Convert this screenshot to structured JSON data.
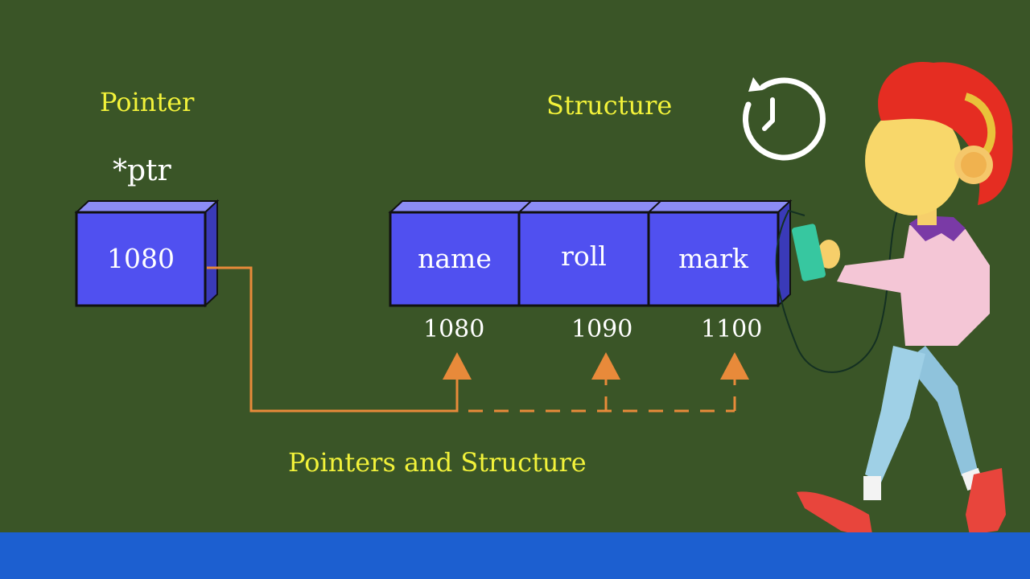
{
  "pointer": {
    "title": "Pointer",
    "var_name": "*ptr",
    "value": "1080"
  },
  "structure": {
    "title": "Structure",
    "fields": [
      {
        "label": "name",
        "address": "1080"
      },
      {
        "label": "roll",
        "address": "1090"
      },
      {
        "label": "mark",
        "address": "1100"
      }
    ]
  },
  "caption": "Pointers and Structure",
  "colors": {
    "background": "#3a5527",
    "box_fill": "#5050f0",
    "box_top": "#8c8cf5",
    "title_text": "#f2f23a",
    "arrow": "#e88a3a",
    "bottom_bar": "#1c5fd0"
  },
  "icons": [
    "replay-clock-icon",
    "walking-person-illustration"
  ]
}
